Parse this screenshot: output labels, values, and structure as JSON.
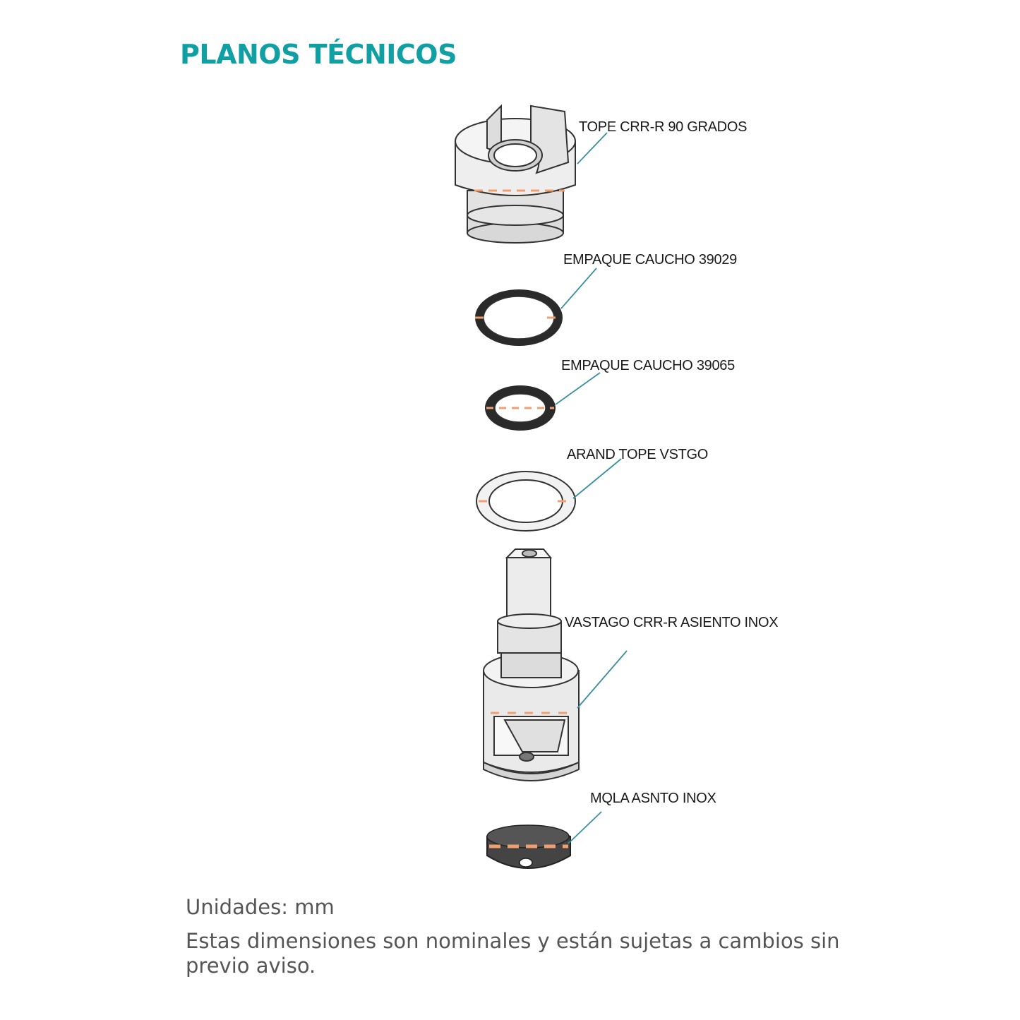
{
  "title": "PLANOS TÉCNICOS",
  "colors": {
    "title": "#10a0a4",
    "leader": "#3a8fa0",
    "dash": "#f0a070",
    "outline": "#333333",
    "rubber": "#2a2a2a"
  },
  "parts": [
    {
      "label": "TOPE CRR-R 90 GRADOS",
      "icon": "stop-cap-90-icon"
    },
    {
      "label": "EMPAQUE CAUCHO 39029",
      "icon": "rubber-gasket-large-icon"
    },
    {
      "label": "EMPAQUE CAUCHO 39065",
      "icon": "rubber-gasket-small-icon"
    },
    {
      "label": "ARAND TOPE VSTGO",
      "icon": "stem-washer-icon"
    },
    {
      "label": "VASTAGO CRR-R ASIENTO INOX",
      "icon": "stem-seat-icon"
    },
    {
      "label": "MQLA ASNTO INOX",
      "icon": "seat-disc-icon"
    }
  ],
  "footer": {
    "units": "Unidades: mm",
    "note": "Estas dimensiones son nominales y están sujetas a cambios sin previo aviso."
  }
}
